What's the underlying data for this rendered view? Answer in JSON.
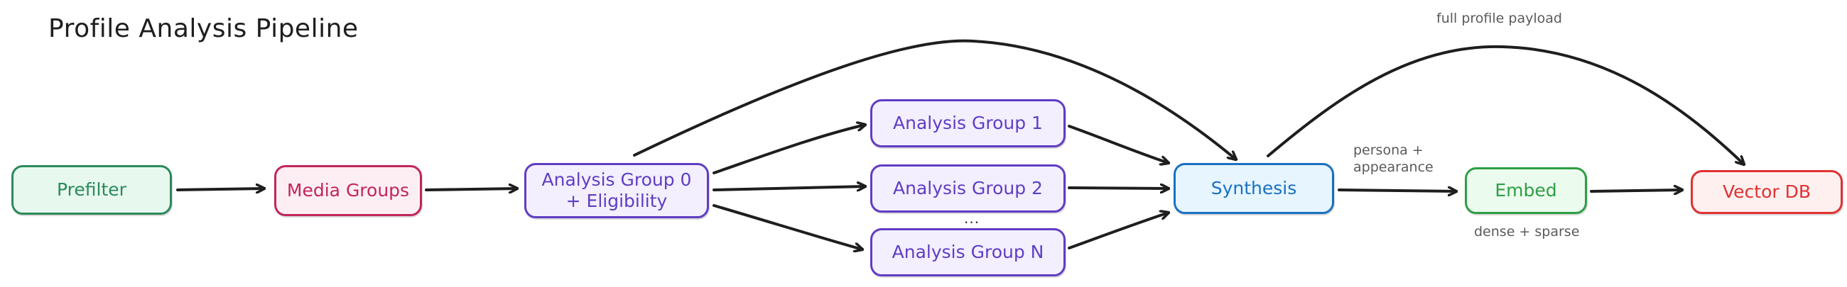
{
  "title": "Profile Analysis Pipeline",
  "nodes": {
    "prefilter": {
      "label": "Prefilter",
      "fill": "#e7f8ef",
      "stroke": "#2b8a5a",
      "text": "#2b8a5a"
    },
    "media_groups": {
      "label": "Media Groups",
      "fill": "#fdeef3",
      "stroke": "#c2255c",
      "text": "#c2255c"
    },
    "analysis_group_0": {
      "label": "Analysis Group 0 + Eligibility",
      "fill": "#f3efff",
      "stroke": "#5f3dc4",
      "text": "#5f3dc4"
    },
    "analysis_group_1": {
      "label": "Analysis Group 1",
      "fill": "#f3efff",
      "stroke": "#5f3dc4",
      "text": "#5f3dc4"
    },
    "analysis_group_2": {
      "label": "Analysis Group 2",
      "fill": "#f3efff",
      "stroke": "#5f3dc4",
      "text": "#5f3dc4"
    },
    "analysis_group_n": {
      "label": "Analysis Group N",
      "fill": "#f3efff",
      "stroke": "#5f3dc4",
      "text": "#5f3dc4"
    },
    "synthesis": {
      "label": "Synthesis",
      "fill": "#e7f5ff",
      "stroke": "#1971c2",
      "text": "#1971c2"
    },
    "embed": {
      "label": "Embed",
      "fill": "#ebfbee",
      "stroke": "#2f9e44",
      "text": "#2f9e44"
    },
    "vector_db": {
      "label": "Vector DB",
      "fill": "#fff0f0",
      "stroke": "#e03131",
      "text": "#e03131"
    }
  },
  "labels": {
    "ellipsis": "...",
    "full_profile_payload": "full profile payload",
    "persona_appearance": "persona +\nappearance",
    "dense_sparse": "dense + sparse"
  },
  "edge_color": "#1e1e1e"
}
